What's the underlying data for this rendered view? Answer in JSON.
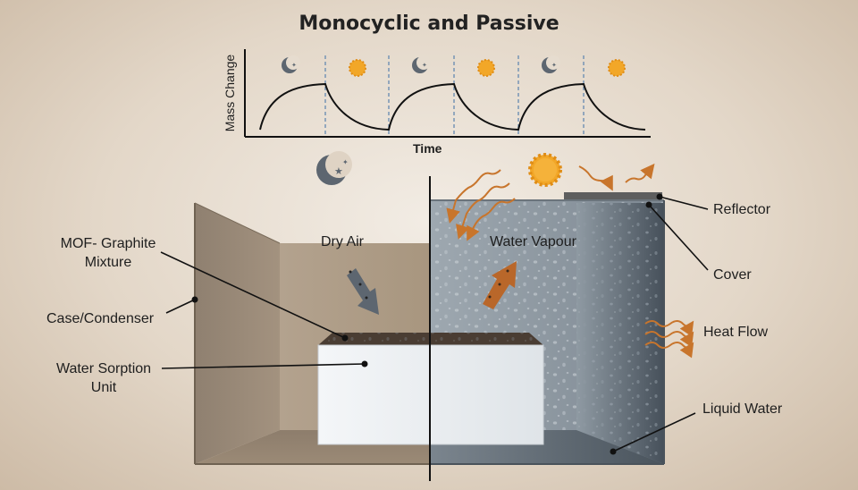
{
  "title": "Monocyclic and Passive",
  "graph": {
    "ylabel": "Mass Change",
    "xlabel": "Time",
    "phases": [
      "moon-icon",
      "sun-icon",
      "moon-icon",
      "sun-icon",
      "moon-icon",
      "sun-icon"
    ]
  },
  "labels": {
    "mof_line1": "MOF- Graphite",
    "mof_line2": "Mixture",
    "case": "Case/Condenser",
    "unit_line1": "Water Sorption",
    "unit_line2": "Unit",
    "dry_air": "Dry Air",
    "water_vapour": "Water Vapour",
    "reflector": "Reflector",
    "cover": "Cover",
    "heat_flow": "Heat Flow",
    "liquid_water": "Liquid Water"
  },
  "colors": {
    "background": "#e6dccf",
    "case": "#8a7b69",
    "arrow_heat": "#c8752c",
    "sun": "#f2a728",
    "moon": "#5d6670"
  }
}
